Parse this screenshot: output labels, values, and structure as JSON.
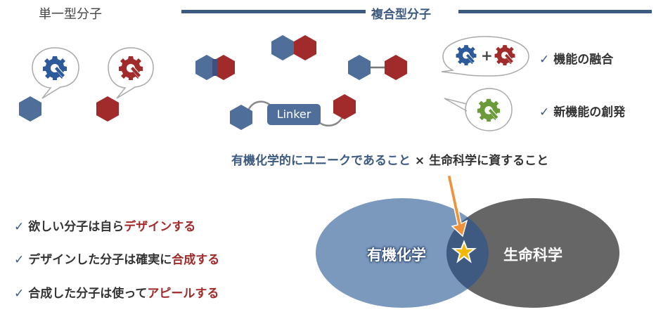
{
  "header": {
    "single_title": "単一型分子",
    "composite_title": "複合型分子"
  },
  "composite": {
    "linker_label": "Linker"
  },
  "features": [
    {
      "check": "✓",
      "label": "機能の融合"
    },
    {
      "check": "✓",
      "label": "新機能の創発"
    }
  ],
  "combo_sentence": {
    "part1": "有機化学的にユニークであること",
    "times": "×",
    "part2": "生命科学に資すること"
  },
  "bullets": [
    {
      "check": "✓",
      "normal": "欲しい分子は自ら",
      "highlight": "デザインする"
    },
    {
      "check": "✓",
      "normal": "デザインした分子は確実に",
      "highlight": "合成する"
    },
    {
      "check": "✓",
      "normal": "合成した分子は使って",
      "highlight": "アピールする"
    }
  ],
  "venn": {
    "left_label": "有機化学",
    "right_label": "生命科学",
    "intersection_marker": "star"
  },
  "plus_sign": "+",
  "colors": {
    "blue": "#4f6f9a",
    "red": "#a12a2a",
    "green": "#6a9a3a",
    "navy": "#3d5a80",
    "venn_left": "#7b98bd",
    "venn_right": "#666666",
    "venn_overlap": "#3f5a80",
    "arrow": "#f0923a",
    "star": "#f5b800"
  }
}
